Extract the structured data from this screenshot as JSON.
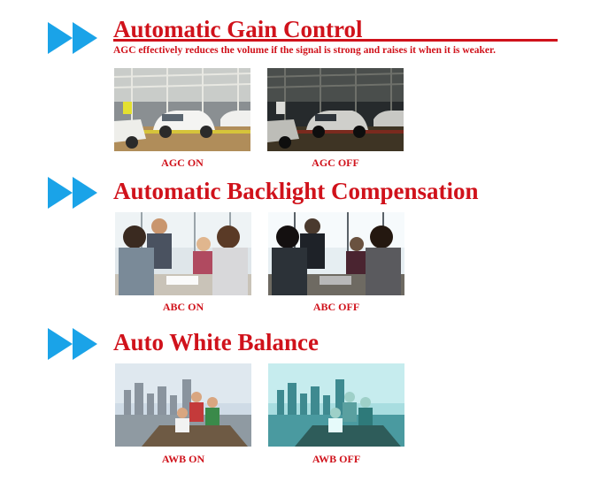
{
  "colors": {
    "title_red": "#d0121b",
    "arrow_blue": "#1aa3e8"
  },
  "sections": [
    {
      "title": "Automatic Gain Control",
      "description": "AGC effectively reduces the volume if the signal is strong and raises it when it is weaker.",
      "photos": [
        {
          "caption": "AGC ON",
          "scene": "factory car assembly line"
        },
        {
          "caption": "AGC OFF",
          "scene": "factory car assembly line"
        }
      ]
    },
    {
      "title": "Automatic Backlight Compensation",
      "photos": [
        {
          "caption": "ABC ON",
          "scene": "business meeting"
        },
        {
          "caption": "ABC OFF",
          "scene": "business meeting"
        }
      ]
    },
    {
      "title": "Auto White Balance",
      "photos": [
        {
          "caption": "AWB ON",
          "scene": "people on boat with city skyline"
        },
        {
          "caption": "AWB OFF",
          "scene": "people on boat with city skyline"
        }
      ]
    }
  ]
}
